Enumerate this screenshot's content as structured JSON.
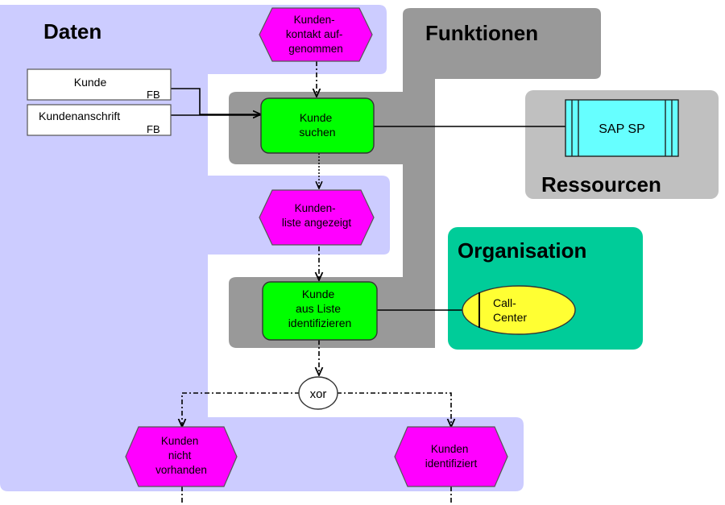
{
  "sections": {
    "daten": "Daten",
    "funktionen": "Funktionen",
    "ressourcen": "Ressourcen",
    "organisation": "Organisation"
  },
  "events": {
    "kontakt": [
      "Kunden-",
      "kontakt auf-",
      "genommen"
    ],
    "liste": [
      "Kunden-",
      "liste angezeigt"
    ],
    "nicht": [
      "Kunden",
      "nicht",
      "vorhanden"
    ],
    "identifiziert": [
      "Kunden",
      "identifiziert"
    ]
  },
  "functions": {
    "suchen": [
      "Kunde",
      "suchen"
    ],
    "identifizieren": [
      "Kunde",
      "aus Liste",
      "identifizieren"
    ]
  },
  "data_objects": {
    "kunde": {
      "name": "Kunde",
      "tag": "FB"
    },
    "anschrift": {
      "name": "Kundenanschrift",
      "tag": "FB"
    }
  },
  "resource": "SAP SP",
  "org_unit": [
    "Call-",
    "Center"
  ],
  "connector": "xor",
  "colors": {
    "daten_bg": "#ccccff",
    "funktionen_bg": "#999999",
    "ressourcen_bg": "#c0c0c0",
    "organisation_bg": "#00cc99",
    "event": "#ff00ff",
    "function": "#00ff00",
    "resource": "#66ffff",
    "org": "#ffff33"
  }
}
